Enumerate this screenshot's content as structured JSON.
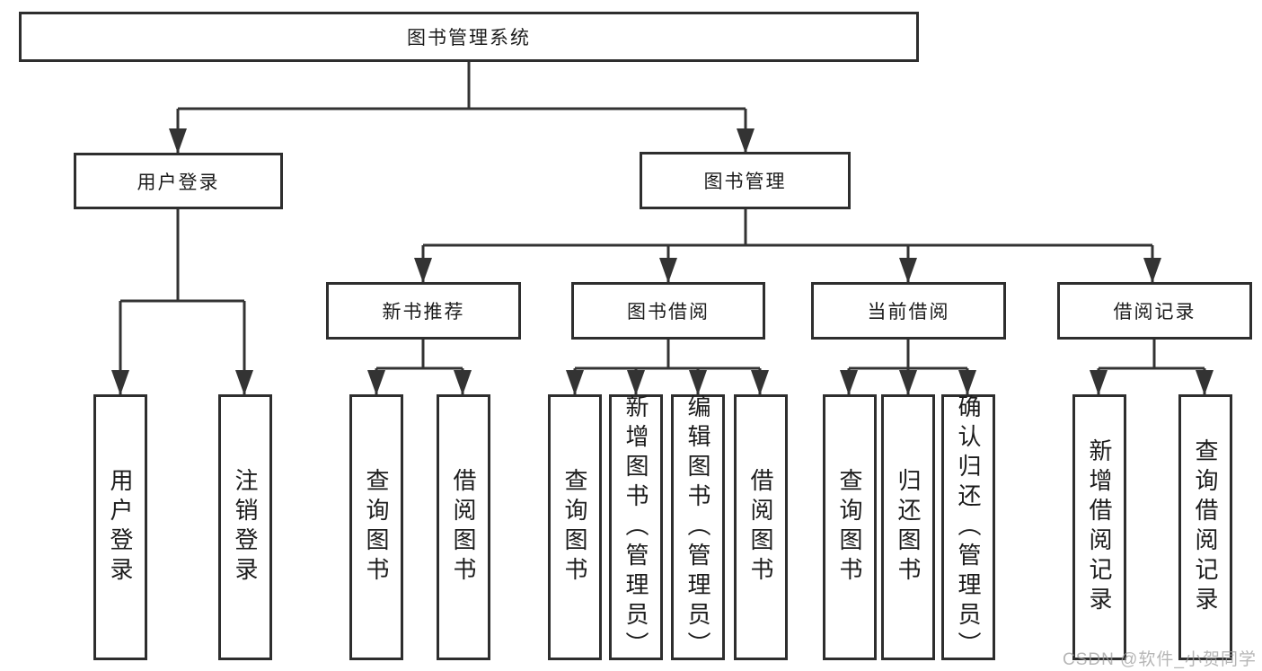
{
  "tree": {
    "label": "图书管理系统",
    "children": [
      {
        "label": "用户登录",
        "children": [
          {
            "label": "用户登录"
          },
          {
            "label": "注销登录"
          }
        ]
      },
      {
        "label": "图书管理",
        "children": [
          {
            "label": "新书推荐",
            "children": [
              {
                "label": "查询图书"
              },
              {
                "label": "借阅图书"
              }
            ]
          },
          {
            "label": "图书借阅",
            "children": [
              {
                "label": "查询图书"
              },
              {
                "label": "新增图书（管理员）"
              },
              {
                "label": "编辑图书（管理员）"
              },
              {
                "label": "借阅图书"
              }
            ]
          },
          {
            "label": "当前借阅",
            "children": [
              {
                "label": "查询图书"
              },
              {
                "label": "归还图书"
              },
              {
                "label": "确认归还（管理员）"
              }
            ]
          },
          {
            "label": "借阅记录",
            "children": [
              {
                "label": "新增借阅记录"
              },
              {
                "label": "查询借阅记录"
              }
            ]
          }
        ]
      }
    ]
  },
  "watermark": {
    "text": "CSDN @软件_小贺同学"
  },
  "colors": {
    "line": "#333333",
    "box_border": "#2e2e2e",
    "text": "#1c1c1c",
    "watermark": "#9e9e9e",
    "background": "#ffffff"
  }
}
